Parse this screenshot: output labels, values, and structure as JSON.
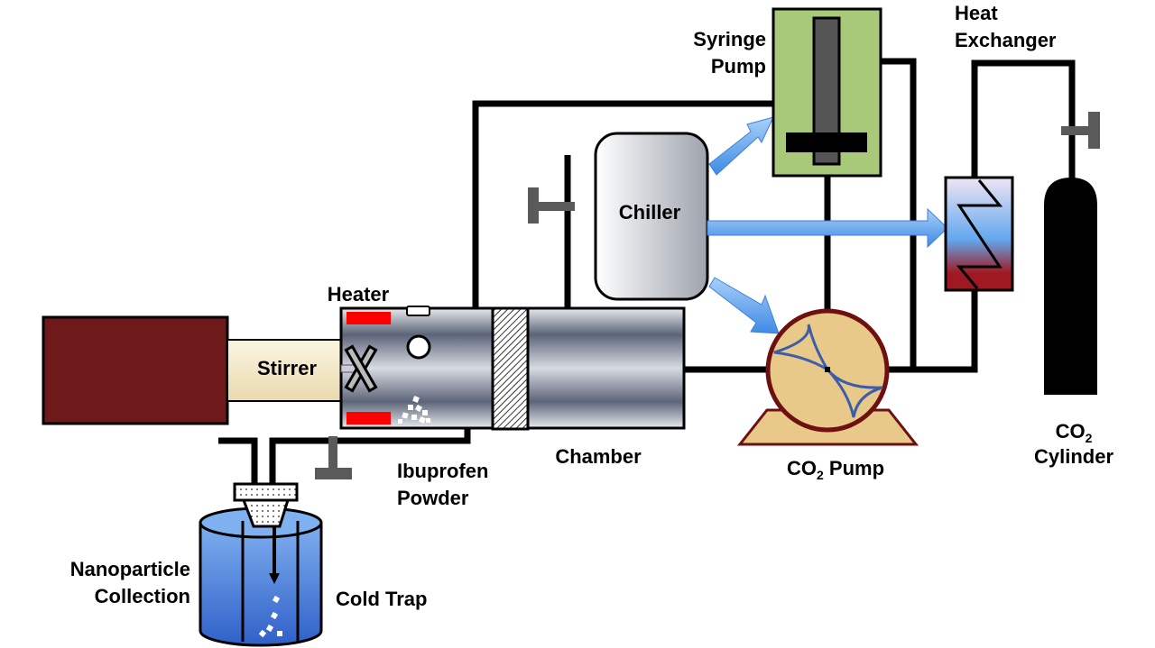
{
  "labels": {
    "stirrer": "Stirrer",
    "heater": "Heater",
    "chamber": "Chamber",
    "ibuprofen_line1": "Ibuprofen",
    "ibuprofen_line2": "Powder",
    "chiller": "Chiller",
    "syringe_line1": "Syringe",
    "syringe_line2": "Pump",
    "heat_exchanger_line1": "Heat",
    "heat_exchanger_line2": "Exchanger",
    "co2_pump_prefix": "CO",
    "co2_pump_sub": "2",
    "co2_pump_suffix": " Pump",
    "co2_cylinder_prefix": "CO",
    "co2_cylinder_sub": "2",
    "co2_cylinder_line2": "Cylinder",
    "nanoparticle_line1": "Nanoparticle",
    "nanoparticle_line2": "Collection",
    "cold_trap": "Cold Trap"
  },
  "colors": {
    "motor": "#6e1a1a",
    "heater": "#ff0000",
    "syringe_pump": "#a9c97a",
    "arrow": "#5aa0ea",
    "pump_body": "#e8c98a",
    "pump_outline": "#6e1010",
    "cold_trap": "#3f78d8",
    "valve": "#5a5a5a"
  }
}
